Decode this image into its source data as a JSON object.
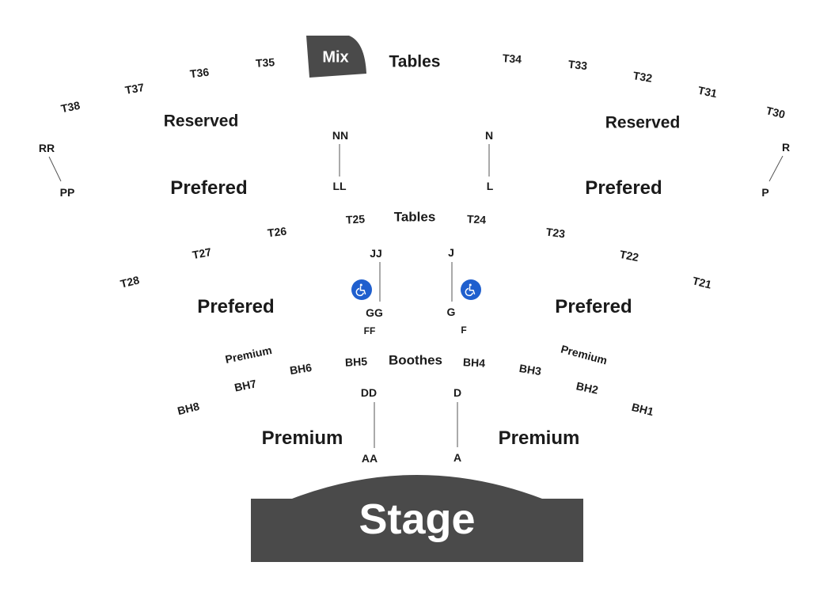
{
  "stage": {
    "label": "Stage",
    "color": "#4a4a4a"
  },
  "mix": {
    "label": "Mix",
    "color": "#4a4a4a"
  },
  "accent": {
    "accessible_blue": "#1f5fce"
  },
  "sections": {
    "tables_top": "Tables",
    "reserved_left": "Reserved",
    "reserved_right": "Reserved",
    "prefered_upper_left": "Prefered",
    "prefered_upper_right": "Prefered",
    "tables_mid": "Tables",
    "prefered_lower_left": "Prefered",
    "prefered_lower_right": "Prefered",
    "boothes": "Boothes",
    "premium_small_left": "Premium",
    "premium_small_right": "Premium",
    "premium_left": "Premium",
    "premium_right": "Premium"
  },
  "tables": {
    "t21": "T21",
    "t22": "T22",
    "t23": "T23",
    "t24": "T24",
    "t25": "T25",
    "t26": "T26",
    "t27": "T27",
    "t28": "T28",
    "t30": "T30",
    "t31": "T31",
    "t32": "T32",
    "t33": "T33",
    "t34": "T34",
    "t35": "T35",
    "t36": "T36",
    "t37": "T37",
    "t38": "T38"
  },
  "booths": {
    "bh1": "BH1",
    "bh2": "BH2",
    "bh3": "BH3",
    "bh4": "BH4",
    "bh5": "BH5",
    "bh6": "BH6",
    "bh7": "BH7",
    "bh8": "BH8"
  },
  "rows": {
    "rr": "RR",
    "pp": "PP",
    "r": "R",
    "p": "P",
    "nn": "NN",
    "ll": "LL",
    "n": "N",
    "l": "L",
    "jj": "JJ",
    "gg": "GG",
    "j": "J",
    "g": "G",
    "ff": "FF",
    "f": "F",
    "dd": "DD",
    "aa": "AA",
    "d": "D",
    "a": "A"
  },
  "icons": {
    "wheelchair_left": "wheelchair-icon",
    "wheelchair_right": "wheelchair-icon"
  }
}
